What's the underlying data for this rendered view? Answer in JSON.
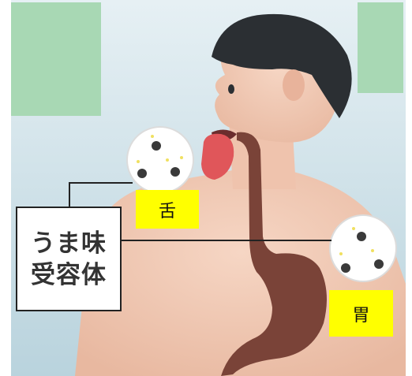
{
  "receptor_label": {
    "line1": "うま味",
    "line2": "受容体"
  },
  "tags": {
    "tongue": "舌",
    "stomach": "胃"
  },
  "colors": {
    "background": "#cfe3ea",
    "skin": "#f2c9b4",
    "hair": "#2b2f33",
    "tongue": "#e0565a",
    "digestive_tract": "#7a4338",
    "highlight_tag": "#ffff00",
    "mask": "#a8d8b4"
  }
}
